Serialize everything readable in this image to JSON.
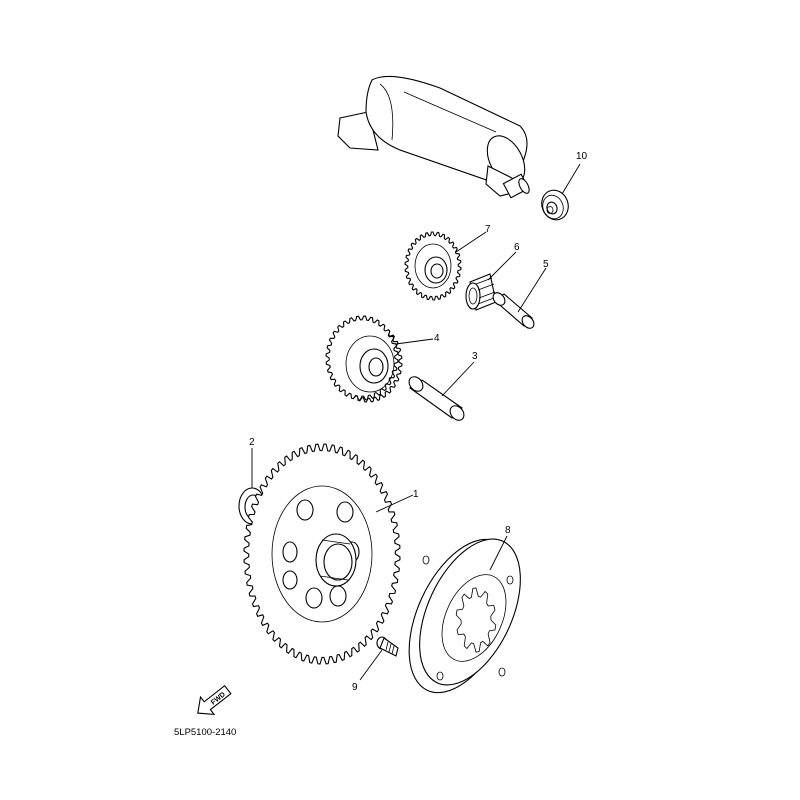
{
  "diagram": {
    "part_code": "5LP5100-2140",
    "fwd_label": "FWD",
    "callouts": [
      "1",
      "2",
      "3",
      "4",
      "5",
      "6",
      "7",
      "8",
      "9",
      "10"
    ]
  }
}
